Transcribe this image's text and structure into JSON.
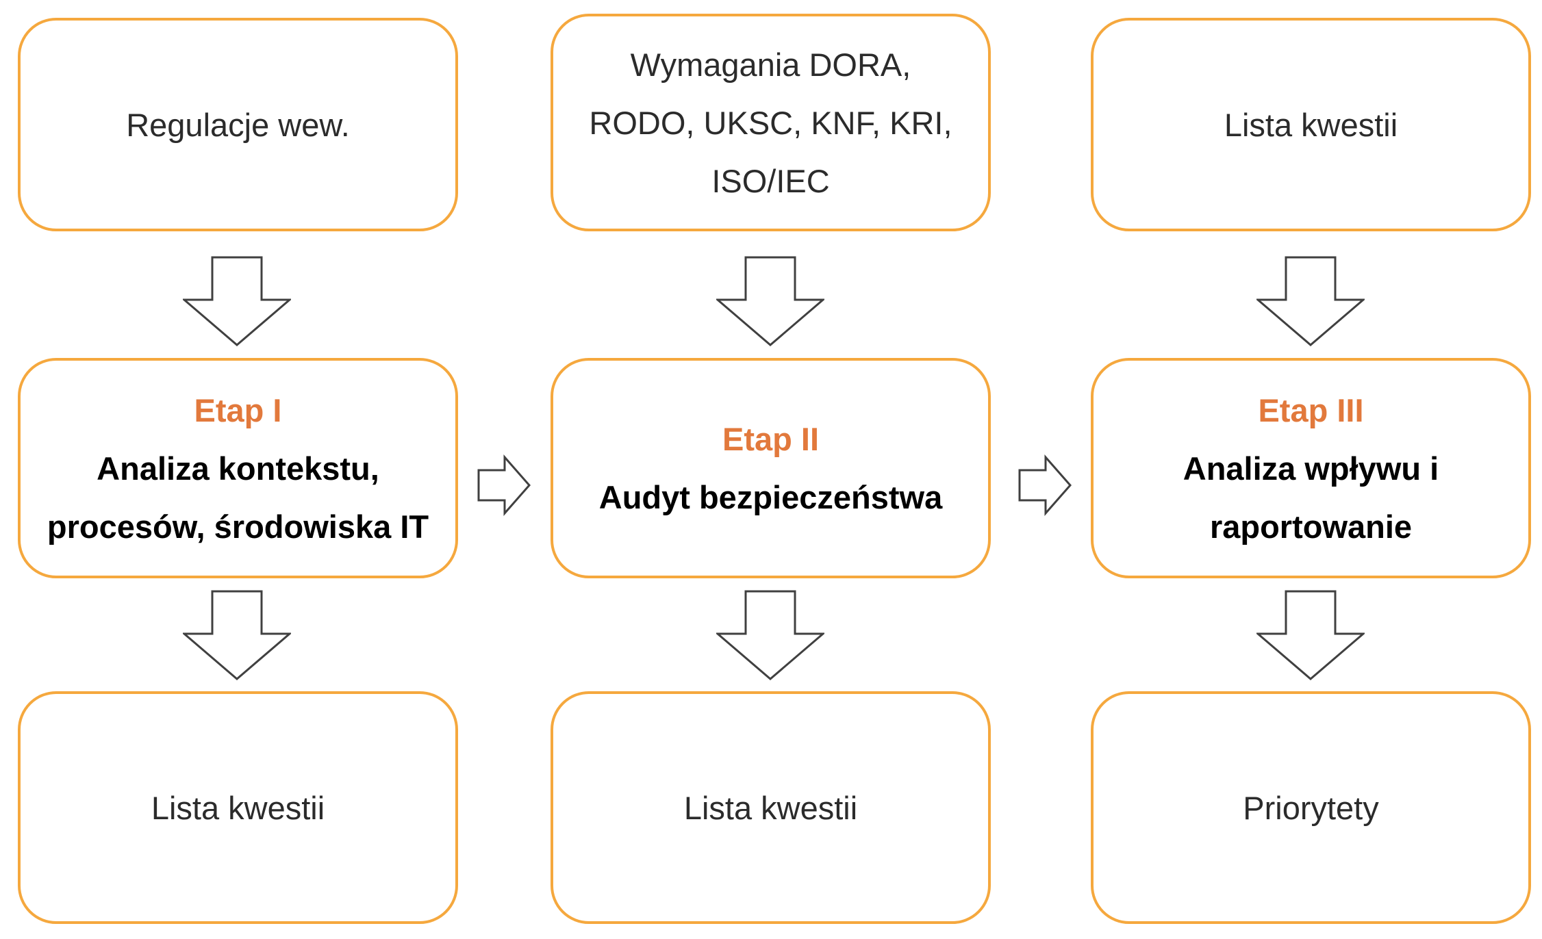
{
  "diagram": {
    "colors": {
      "box_border": "#F5A83E",
      "stage_title_text": "#E2793C",
      "body_text": "#2b2b2b",
      "stage_body_text": "#000000",
      "arrow_outline": "#404040",
      "arrow_fill": "#ffffff",
      "background": "#ffffff"
    },
    "columns": [
      {
        "top": {
          "lines": [
            "Regulacje wew."
          ]
        },
        "stage": {
          "title": "Etap I",
          "lines": [
            "Analiza kontekstu,",
            "procesów, środowiska IT"
          ]
        },
        "bottom": {
          "lines": [
            "Lista kwestii"
          ]
        }
      },
      {
        "top": {
          "lines": [
            "Wymagania DORA,",
            "RODO, UKSC, KNF, KRI,",
            "ISO/IEC"
          ]
        },
        "stage": {
          "title": "Etap II",
          "lines": [
            "Audyt bezpieczeństwa"
          ]
        },
        "bottom": {
          "lines": [
            "Lista kwestii"
          ]
        }
      },
      {
        "top": {
          "lines": [
            "Lista kwestii"
          ]
        },
        "stage": {
          "title": "Etap III",
          "lines": [
            "Analiza wpływu i",
            "raportowanie"
          ]
        },
        "bottom": {
          "lines": [
            "Priorytety"
          ]
        }
      }
    ]
  }
}
